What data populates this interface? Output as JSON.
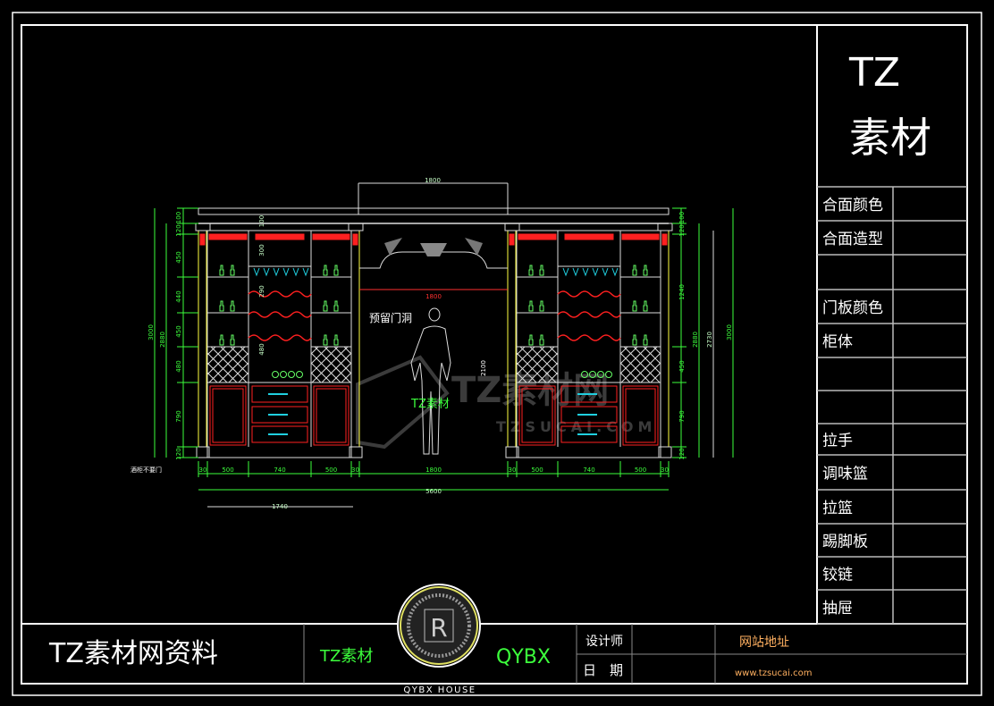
{
  "title_block": {
    "logo_line1": "TZ",
    "logo_line2": "素材",
    "spec_rows": [
      "合面颜色",
      "合面造型",
      "",
      "门板颜色",
      "柜体",
      "",
      "",
      "拉手",
      "调味篮",
      "拉篮",
      "踢脚板",
      "铰链",
      "抽屉"
    ],
    "company": "TZ素材网资料",
    "brand_left": "TZ素材",
    "brand_right": "QYBX",
    "emblem_caption": "QYBX HOUSE",
    "emblem_letter": "R",
    "designer_label": "设计师",
    "date_label": "日　期",
    "website_label": "网站地址",
    "website_url": "www.tzsucai.com"
  },
  "drawing": {
    "door_label": "预留门洞",
    "center_mark": "TZ素材",
    "note": "酒柜不要门",
    "watermark_main": "TZ素材网",
    "watermark_sub": "TZSUCAI.COM",
    "dims": {
      "top_opening": "1800",
      "opening_inner": "1800",
      "opening_height": "2100",
      "bottom_chain": [
        "30",
        "500",
        "740",
        "500",
        "30",
        "1800",
        "30",
        "500",
        "740",
        "500",
        "30"
      ],
      "total_width": "5600",
      "cabinet_width": "1740",
      "left_chain": [
        "100",
        "120",
        "450",
        "440",
        "450",
        "480",
        "790",
        "120"
      ],
      "left_total_outer": "3000",
      "left_total_inner": "2880",
      "center_chain": [
        "100",
        "300",
        "290",
        "480"
      ],
      "right_chain": [
        "100",
        "120",
        "1240",
        "450",
        "790",
        "120"
      ],
      "right_total_inner": "2880",
      "right_total_mid": "2730",
      "right_total_outer": "3000"
    }
  },
  "colors": {
    "line": "#ffffff",
    "dim": "#3cff3c",
    "accent": "#ff2020",
    "cyan": "#20d0e0",
    "yellow": "#ffff40",
    "orange": "#ffb060"
  }
}
